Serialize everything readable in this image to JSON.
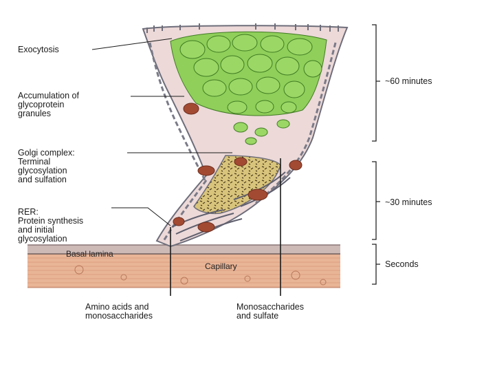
{
  "labels": {
    "exocytosis": [
      "Exocytosis"
    ],
    "accumulation": [
      "Accumulation of",
      "glycoprotein",
      "granules"
    ],
    "golgi": [
      "Golgi complex:",
      "Terminal",
      "glycosylation",
      "and sulfation"
    ],
    "rer": [
      "RER:",
      "Protein synthesis",
      "and initial",
      "glycosylation"
    ],
    "amino": [
      "Amino acids and",
      "monosaccharides"
    ],
    "monos": [
      "Monosaccharides",
      "and sulfate"
    ]
  },
  "tissue": {
    "basal_lamina": "Basal lamina",
    "capillary": "Capillary"
  },
  "timeline": {
    "t60": "~60 minutes",
    "t30": "~30 minutes",
    "seconds": "Seconds"
  },
  "colors": {
    "granule": "#8fcf5a",
    "granule_edge": "#3f7a22",
    "cytoplasm": "#ead7d6",
    "membrane": "#6d6d7a",
    "mitochondria": "#a34a33",
    "golgi": "#d8c27a",
    "capillary": "#e9b597",
    "basal": "#c9b8b6"
  }
}
